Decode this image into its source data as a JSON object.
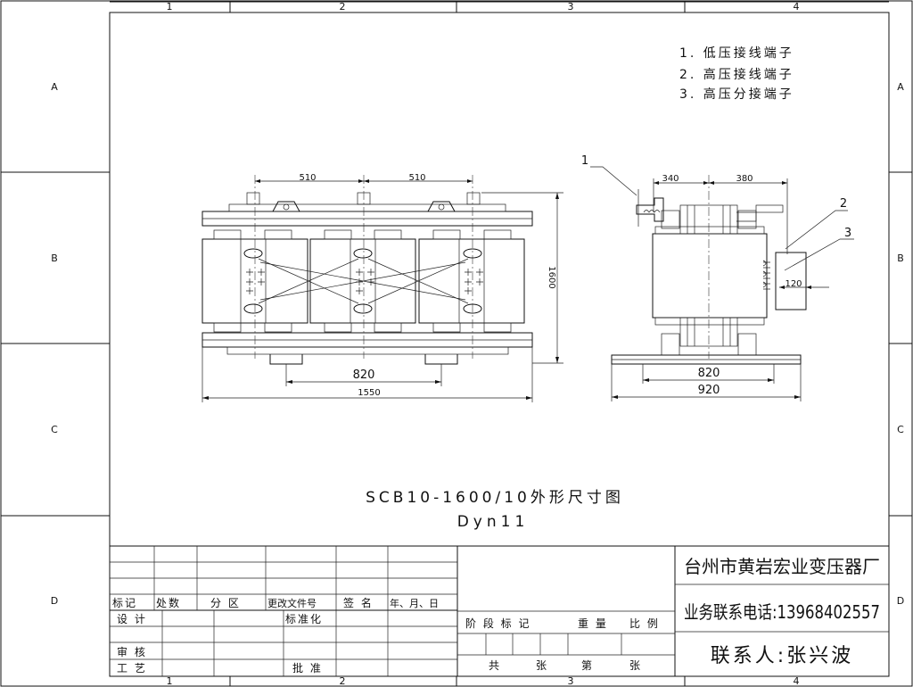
{
  "frame": {
    "columns": [
      "1",
      "2",
      "3",
      "4"
    ],
    "rows": [
      "A",
      "B",
      "C",
      "D"
    ]
  },
  "legend": [
    "1. 低压接线端子",
    "2. 高压接线端子",
    "3. 高压分接端子"
  ],
  "front_view": {
    "dim_top_left": "510",
    "dim_top_right": "510",
    "dim_height": "1600",
    "dim_820": "820",
    "dim_1550": "1550"
  },
  "side_view": {
    "dim_340": "340",
    "dim_380": "380",
    "dim_120": "120",
    "dim_820": "820",
    "dim_920": "920",
    "callout_1": "1",
    "callout_2": "2",
    "callout_3": "3"
  },
  "caption": {
    "title": "SCB10-1600/10外形尺寸图",
    "subtitle": "Dyn11"
  },
  "title_block": {
    "rev_header": [
      "标记",
      "处数",
      "分 区",
      "更改文件号",
      "签 名",
      "年、月、日"
    ],
    "design": "设 计",
    "standardize": "标准化",
    "review": "审 核",
    "process": "工 艺",
    "approve": "批 准",
    "stage_mark": "阶 段 标 记",
    "weight": "重 量",
    "scale": "比 例",
    "total": "共",
    "sheets": "张",
    "no": "第",
    "sheet": "张",
    "company": "台州市黄岩宏业变压器厂",
    "phone": "业务联系电话:13968402557",
    "contact": "联系人:张兴波"
  }
}
